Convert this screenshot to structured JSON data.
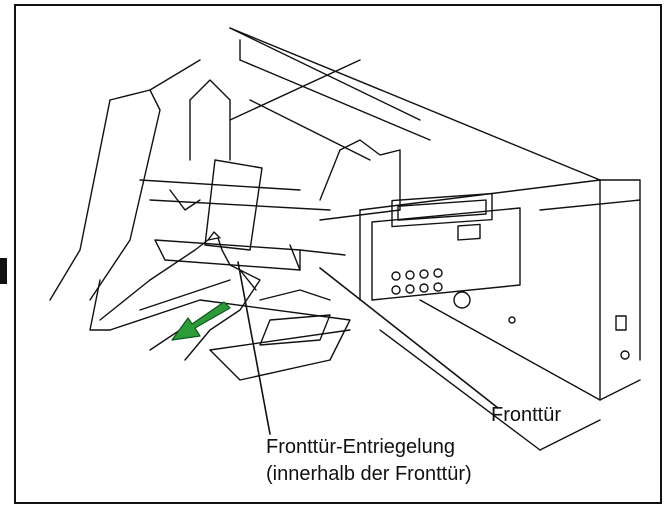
{
  "labels": {
    "front_door": "Fronttür",
    "front_door_release_line1": "Fronttür-Entriegelung",
    "front_door_release_line2": "(innerhalb der Fronttür)"
  },
  "colors": {
    "line": "#111111",
    "arrow": "#2d9b3a",
    "arrow_stroke": "#0f5a1c",
    "background": "#ffffff"
  },
  "icons": {
    "pull_direction": "green-arrow-icon"
  }
}
